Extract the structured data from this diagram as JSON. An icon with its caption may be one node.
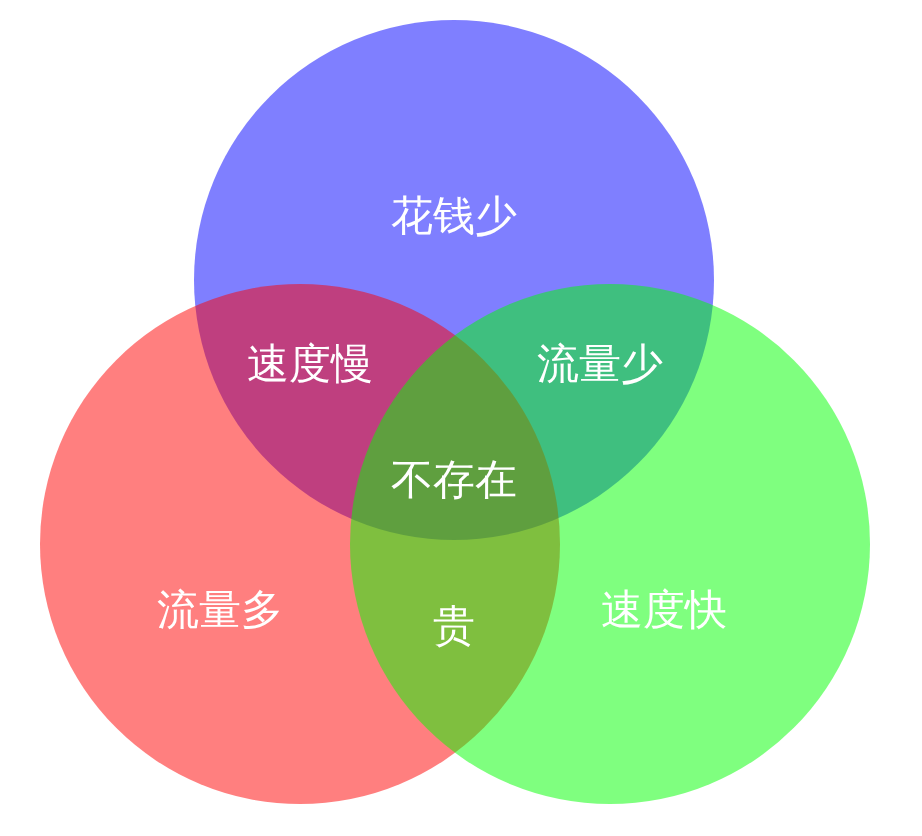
{
  "diagram": {
    "nodes": [
      {
        "text": [
          "花钱少"
        ]
      },
      {
        "text": [
          "流量多"
        ]
      },
      {
        "text": [
          "速度快"
        ]
      }
    ],
    "labels": [
      "速度慢",
      "流量少",
      "不存在",
      "贵"
    ]
  }
}
